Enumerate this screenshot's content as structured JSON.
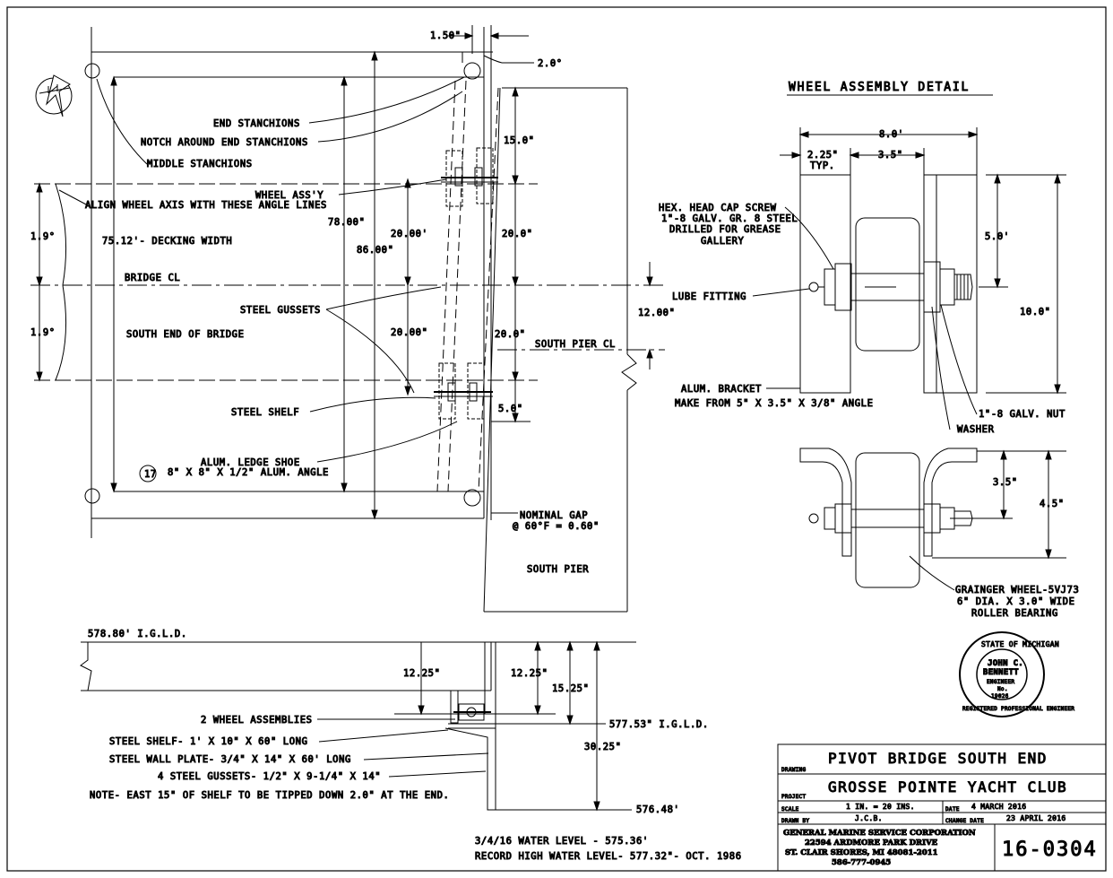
{
  "plan": {
    "dims": {
      "d_1_50": "1.50\"",
      "d_2_0": "2.0°",
      "d_78": "78.00\"",
      "d_86": "86.00\"",
      "d_20_a": "20.00'",
      "d_20_b": "20.00\"",
      "d_20_c": "20.0\"",
      "d_20_d": "20.0\"",
      "d_15": "15.0\"",
      "d_5": "5.0\"",
      "d_1_9_a": "1.9°",
      "d_1_9_b": "1.9°",
      "d_12": "12.00\"",
      "decking": "75.12'- DECKING WIDTH"
    },
    "labels": {
      "end_stanchions": "END STANCHIONS",
      "notch": "NOTCH AROUND END STANCHIONS",
      "middle_stanchions": "MIDDLE STANCHIONS",
      "wheel_assy": "WHEEL ASS'Y",
      "align": "ALIGN WHEEL AXIS WITH THESE ANGLE LINES",
      "bridge_cl": "BRIDGE CL",
      "steel_gussets": "STEEL GUSSETS",
      "south_end": "SOUTH END OF BRIDGE",
      "south_pier_cl": "SOUTH PIER CL",
      "steel_shelf": "STEEL SHELF",
      "ledge_shoe": "ALUM. LEDGE SHOE",
      "ledge_num": "17",
      "ledge_angle": "8\" X 8\" X 1/2\" ALUM. ANGLE",
      "nominal_gap_1": "NOMINAL GAP",
      "nominal_gap_2": "@ 60°F = 0.60\"",
      "south_pier": "SOUTH PIER"
    }
  },
  "detail": {
    "title": "WHEEL ASSEMBLY DETAIL",
    "dims": {
      "d_8": "8.0'",
      "d_2_25": "2.25\"",
      "typ": "TYP.",
      "d_3_5": "3.5\"",
      "d_5": "5.0'",
      "d_10": "10.0\"",
      "d_3_5b": "3.5\"",
      "d_4_5": "4.5\""
    },
    "labels": {
      "hex_1": "HEX. HEAD CAP SCREW",
      "hex_2": "1\"-8 GALV. GR. 8 STEEL",
      "hex_3": "DRILLED FOR GREASE",
      "hex_4": "GALLERY",
      "lube": "LUBE FITTING",
      "bracket_1": "ALUM. BRACKET",
      "bracket_2": "MAKE FROM 5\" X 3.5\" X 3/8\" ANGLE",
      "nut": "1\"-8 GALV. NUT",
      "washer": "WASHER",
      "grainger_1": "GRAINGER WHEEL-5VJ73",
      "grainger_2": "6\" DIA. X 3.0\" WIDE",
      "grainger_3": "ROLLER BEARING"
    }
  },
  "section": {
    "dims": {
      "elev_top": "578.80' I.G.L.D.",
      "d_12_25a": "12.25\"",
      "d_12_25b": "12.25\"",
      "d_15_25": "15.25\"",
      "d_30_25": "30.25\"",
      "elev_mid": "577.53\" I.G.L.D.",
      "elev_bot": "576.48'"
    },
    "notes": {
      "n1": "2 WHEEL ASSEMBLIES",
      "n2": "STEEL SHELF- 1' X 10\" X 60\" LONG",
      "n3": "STEEL WALL PLATE- 3/4\" X 14\" X 60' LONG",
      "n4": "4 STEEL GUSSETS- 1/2\" X 9-1/4\" X 14\"",
      "n5": "NOTE- EAST 15\" OF SHELF TO BE TIPPED DOWN 2.0\" AT THE END.",
      "water_1": "3/4/16 WATER LEVEL - 575.36'",
      "water_2": "RECORD HIGH WATER LEVEL- 577.32\"- OCT. 1986"
    }
  },
  "seal": {
    "state": "STATE OF MICHIGAN",
    "name_1": "JOHN C.",
    "name_2": "BENNETT",
    "role": "ENGINEER",
    "no_label": "No.",
    "no": "19026",
    "bottom": "REGISTERED PROFESSIONAL ENGINEER"
  },
  "title_block": {
    "drawing_label": "DRAWING",
    "drawing": "PIVOT BRIDGE SOUTH END",
    "project_label": "PROJECT",
    "project": "GROSSE POINTE YACHT CLUB",
    "scale_label": "SCALE",
    "scale": "1 IN. = 20 INS.",
    "date_label": "DATE",
    "date": "4 MARCH 2016",
    "drawn_label": "DRAWN BY",
    "drawn": "J.C.B.",
    "change_label": "CHANGE DATE",
    "change": "23 APRIL 2016",
    "company_1": "GENERAL MARINE SERVICE CORPORATION",
    "company_2": "22594 ARDMORE PARK DRIVE",
    "company_3": "ST. CLAIR SHORES, MI 48081-2011",
    "company_4": "586-777-0945",
    "number": "16-0304"
  }
}
